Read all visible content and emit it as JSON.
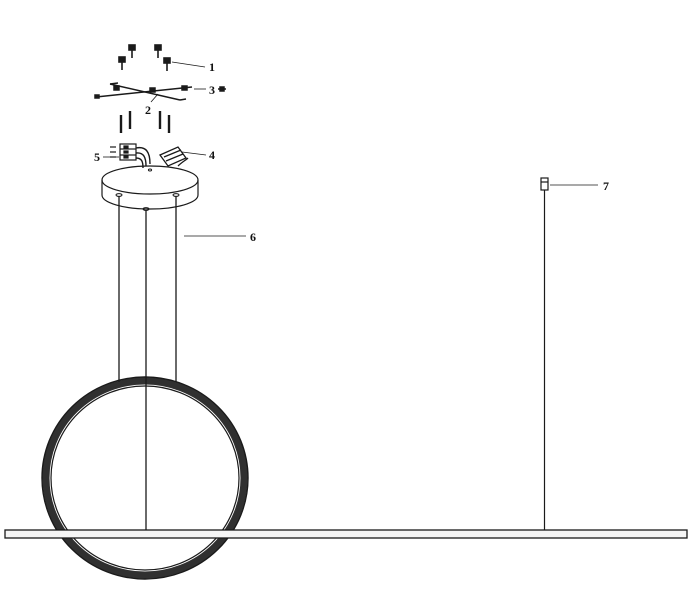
{
  "colors": {
    "ink": "#1a1a1a",
    "ring_fill": "#ffffff",
    "bar_fill": "#f5f5f5",
    "canopy_fill": "#ffffff",
    "background": "#ffffff"
  },
  "callouts": [
    {
      "id": "1",
      "label": "1",
      "part": "screws"
    },
    {
      "id": "2",
      "label": "2",
      "part": "mounting-bracket"
    },
    {
      "id": "3",
      "label": "3",
      "part": "bracket-screw"
    },
    {
      "id": "4",
      "label": "4",
      "part": "driver"
    },
    {
      "id": "5",
      "label": "5",
      "part": "terminal-block"
    },
    {
      "id": "6",
      "label": "6",
      "part": "suspension-cables"
    },
    {
      "id": "7",
      "label": "7",
      "part": "ceiling-hook"
    }
  ]
}
